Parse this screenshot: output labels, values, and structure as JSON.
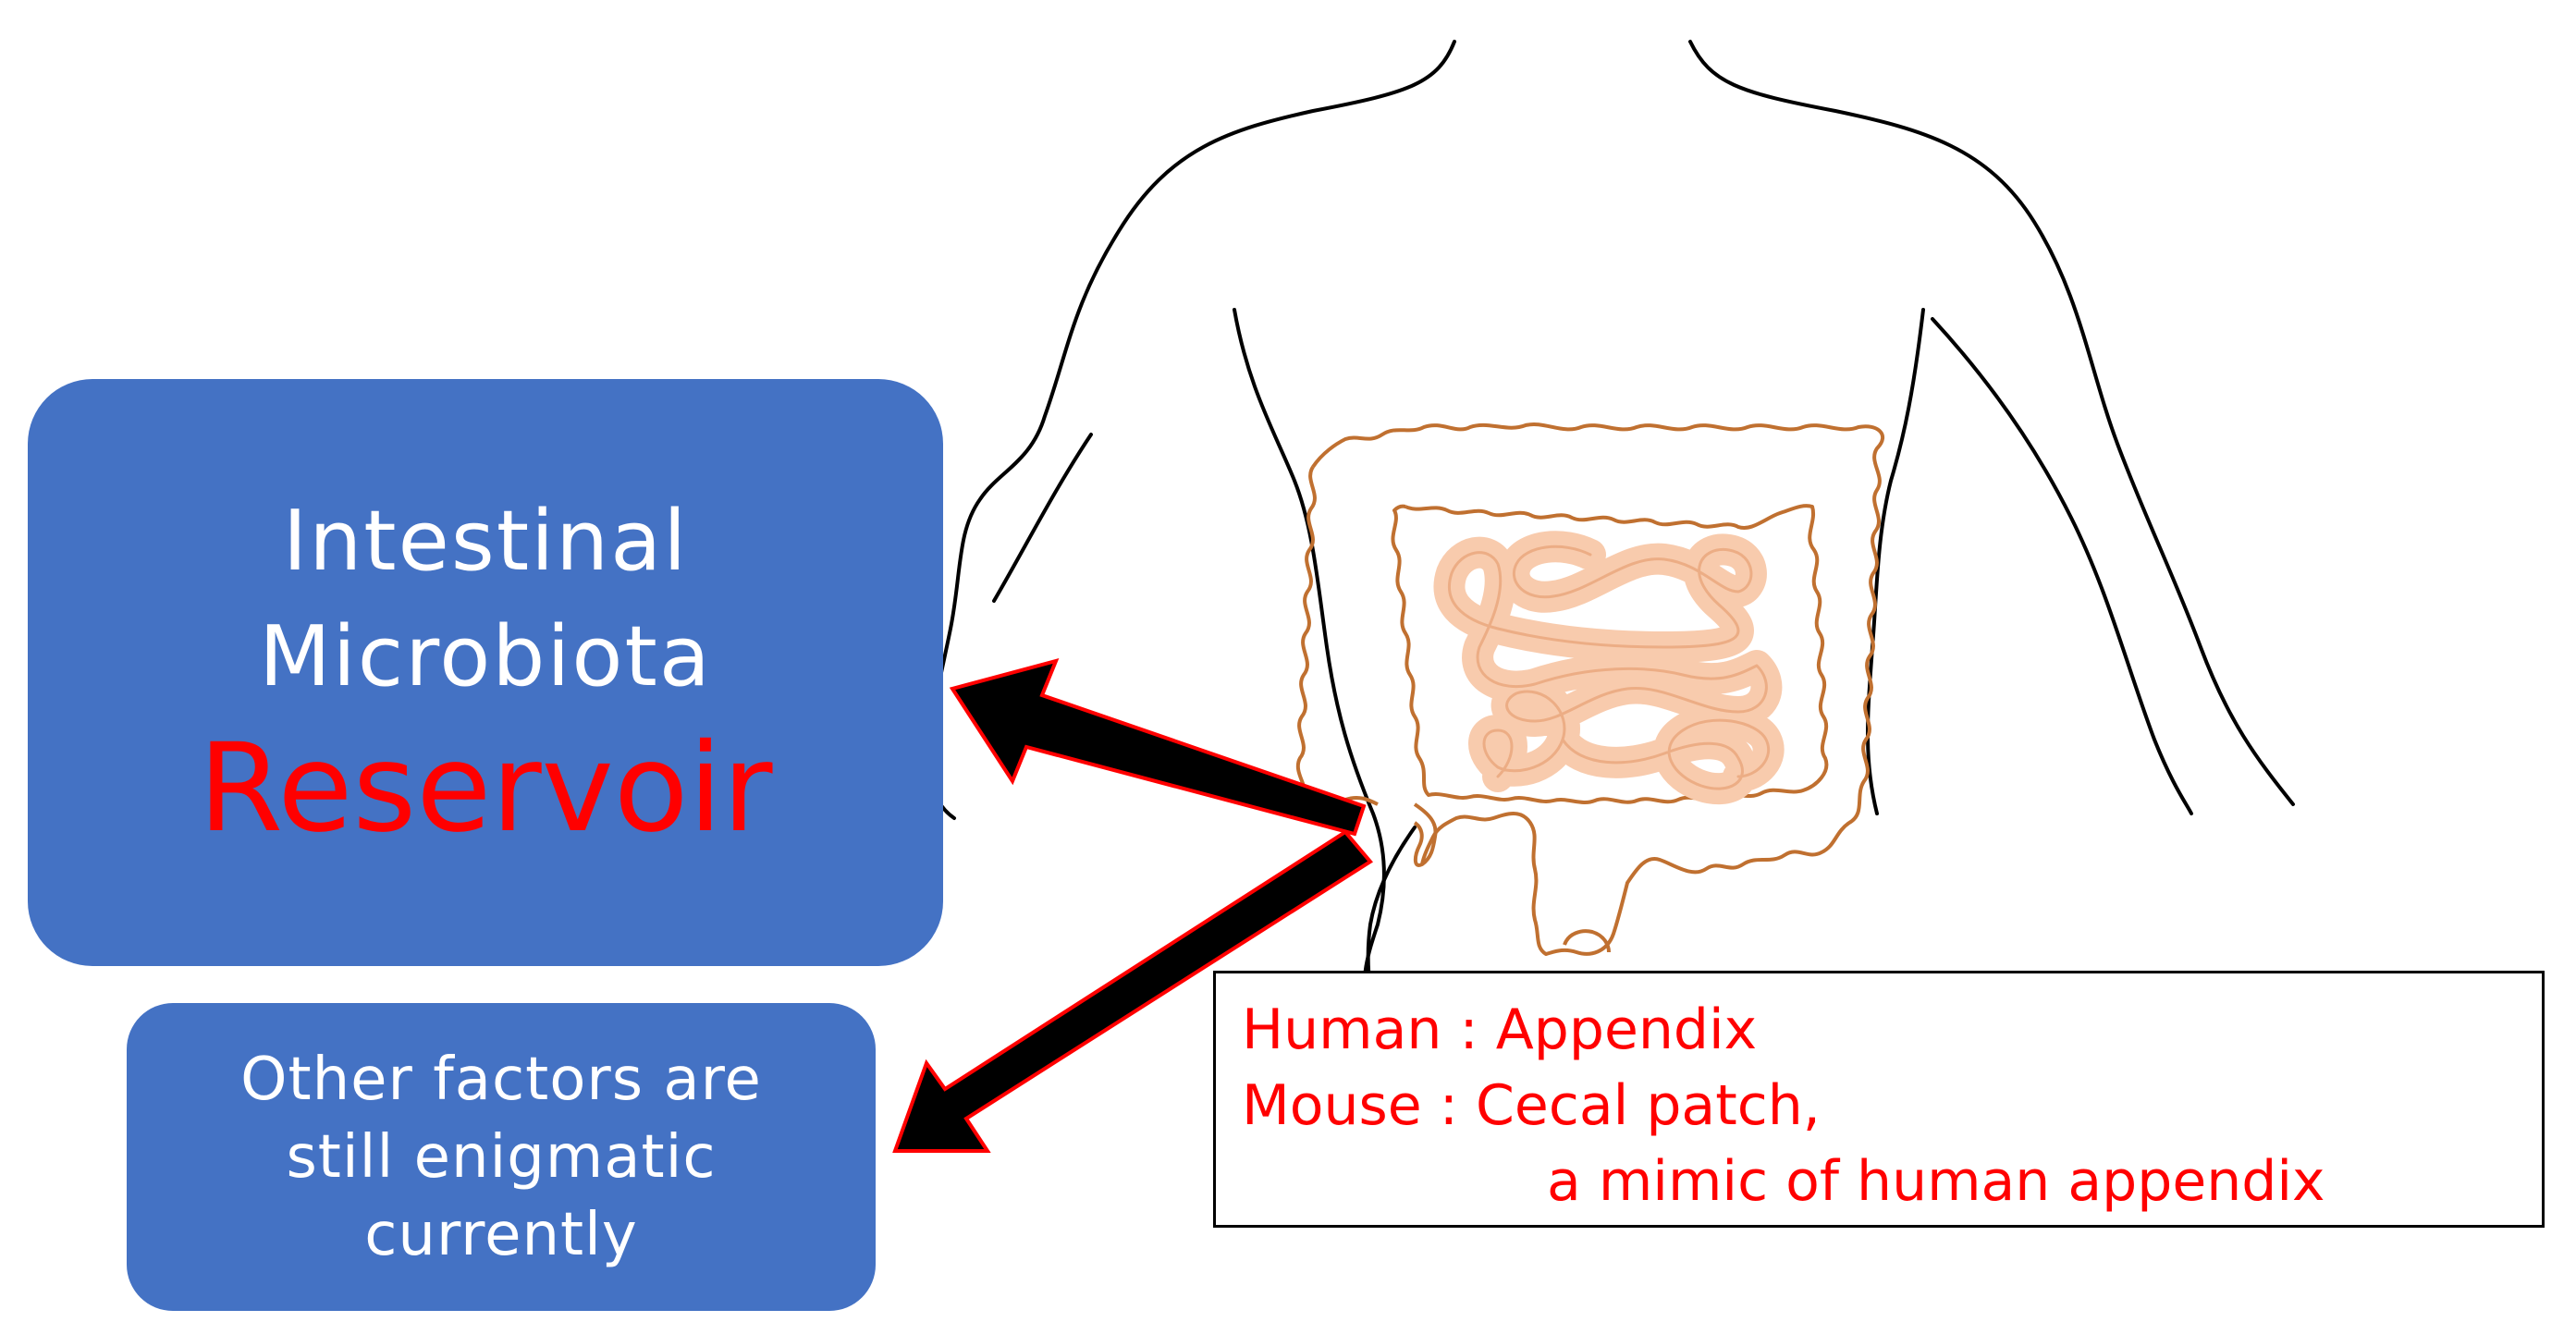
{
  "reservoir": {
    "line1": "Intestinal",
    "line2": "Microbiota",
    "emphasis": "Reservoir"
  },
  "factors": {
    "line1": "Other factors are",
    "line2": "still enigmatic",
    "line3": "currently"
  },
  "note": {
    "human": "Human : Appendix",
    "mouse": "Mouse : Cecal patch,",
    "mimic": "a mimic of human appendix"
  },
  "colors": {
    "box_fill": "#4472c4",
    "emphasis_text": "#ff0000",
    "intestine_stroke": "#c07030",
    "small_intestine_fill": "#f8cbad",
    "arrow_fill": "#000000",
    "arrow_outline": "#ff0000",
    "body_outline": "#000000"
  }
}
